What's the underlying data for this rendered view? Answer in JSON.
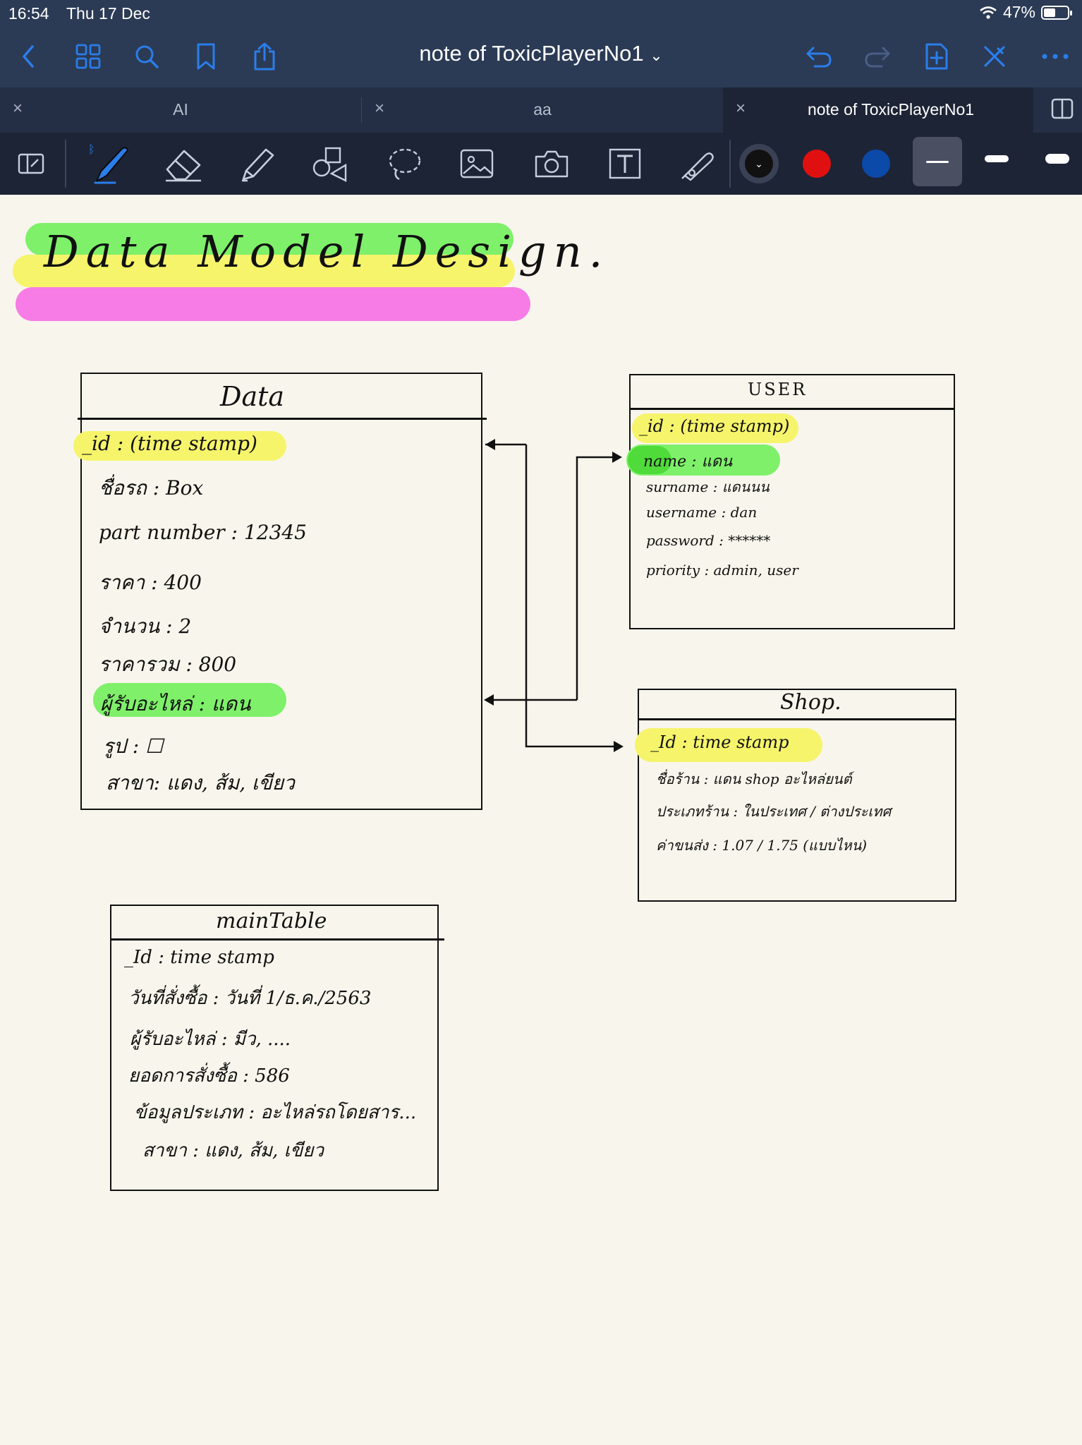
{
  "status_bar": {
    "time": "16:54",
    "date": "Thu 17 Dec",
    "battery": "47%",
    "battery_level": 0.47
  },
  "nav": {
    "icons": [
      "back-icon",
      "grid-icon",
      "search-icon",
      "bookmark-icon",
      "share-icon",
      "undo-icon",
      "redo-icon",
      "add-page-icon",
      "close-tool-icon",
      "more-icon"
    ],
    "title": "note of ToxicPlayerNo1",
    "title_chevron": "⌄"
  },
  "tabs": [
    {
      "label": "AI",
      "close": "×",
      "active": false
    },
    {
      "label": "aa",
      "close": "×",
      "active": false
    },
    {
      "label": "note of ToxicPlayerNo1",
      "close": "×",
      "active": true
    }
  ],
  "toolbar": {
    "tools": [
      "read-only-icon",
      "pen-icon",
      "eraser-icon",
      "highlighter-icon",
      "shapes-icon",
      "lasso-icon",
      "image-icon",
      "camera-icon",
      "text-icon",
      "laser-icon"
    ],
    "colors": {
      "black": "#111111",
      "red": "#e01010",
      "blue": "#0b4aa8"
    },
    "accent": "#2b7de9"
  },
  "note": {
    "title": "Data Model Design.",
    "highlights": {
      "green": "#7ff06a",
      "yellow": "#f6f46a",
      "pink": "#f77ce6"
    },
    "data_table": {
      "title": "Data",
      "rows": [
        "_id : (time stamp)",
        "ชื่อรถ : Box",
        "part number : 12345",
        "ราคา : 400",
        "จำนวน : 2",
        "ราคารวม : 800",
        "ผู้รับอะไหล่ : แดน",
        "รูป : ☐",
        "สาขา: แดง, ส้ม, เขียว"
      ]
    },
    "user_table": {
      "title": "USER",
      "rows": [
        "_id : (time stamp)",
        "name : แดน",
        "surname : แดนนน",
        "username : dan",
        "password : ******",
        "priority : admin, user"
      ]
    },
    "shop_table": {
      "title": "Shop.",
      "rows": [
        "_Id : time stamp",
        "ชื่อร้าน : แดน shop อะไหล่ยนต์",
        "ประเภทร้าน : ในประเทศ / ต่างประเทศ",
        "ค่าขนส่ง : 1.07 / 1.75 (แบบไหน)"
      ]
    },
    "main_table": {
      "title": "mainTable",
      "rows": [
        "_Id : time stamp",
        "วันที่สั่งซื้อ : วันที่ 1/ธ.ค./2563",
        "ผู้รับอะไหล่ : มีว, ....",
        "ยอดการสั่งซื้อ : 586",
        "ข้อมูลประเภท : อะไหล่รถโดยสาร...",
        "สาขา : แดง, ส้ม, เขียว"
      ]
    }
  }
}
